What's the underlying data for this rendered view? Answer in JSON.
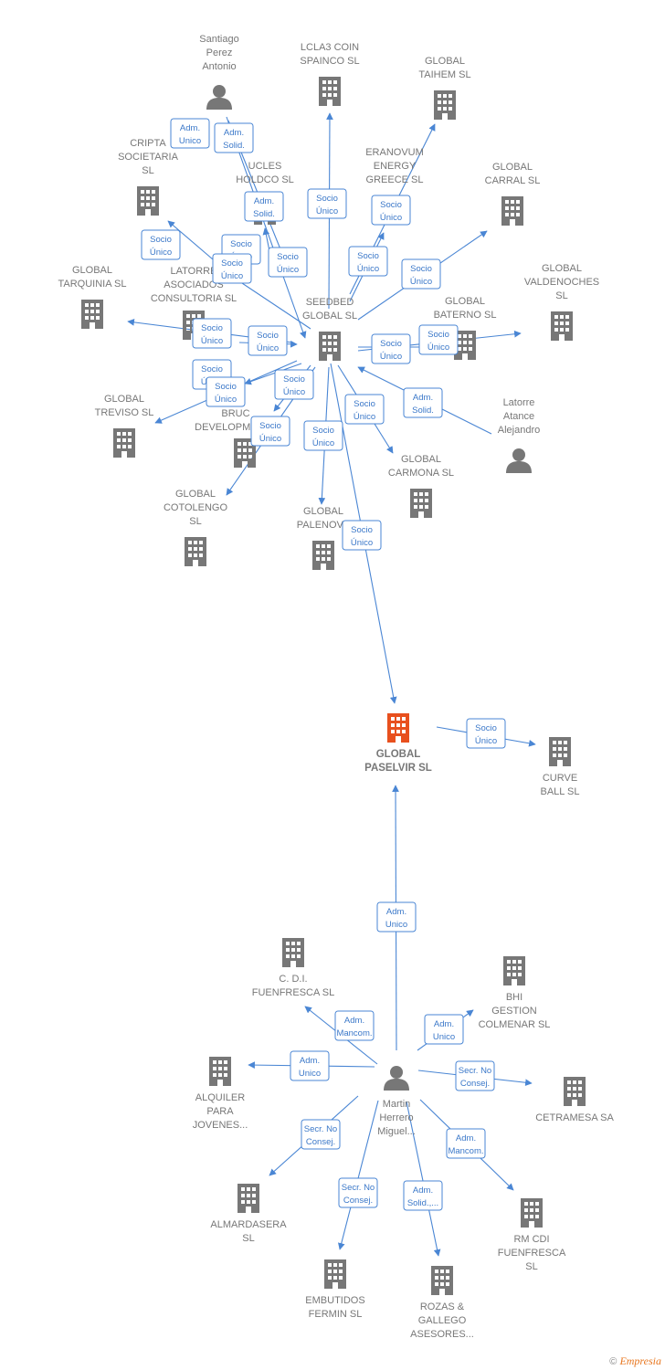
{
  "colors": {
    "edge": "#4a86d4",
    "node": "#777777",
    "focus": "#e8501e",
    "edge_text": "#3b78c9"
  },
  "nodes": [
    {
      "id": "santiago",
      "type": "person",
      "lines": [
        "Santiago",
        "Perez",
        "Antonio"
      ]
    },
    {
      "id": "lcla3",
      "type": "company",
      "lines": [
        "LCLA3 COIN",
        "SPAINCO  SL"
      ]
    },
    {
      "id": "taihem",
      "type": "company",
      "lines": [
        "GLOBAL",
        "TAIHEM SL"
      ]
    },
    {
      "id": "cripta",
      "type": "company",
      "lines": [
        "CRIPTA",
        "SOCIETARIA",
        "SL"
      ]
    },
    {
      "id": "ucles",
      "type": "company",
      "lines": [
        "UCLES",
        "HOLDCO  SL"
      ]
    },
    {
      "id": "eranovum",
      "type": "company",
      "lines": [
        "ERANOVUM",
        "ENERGY",
        "GREECE  SL"
      ]
    },
    {
      "id": "carral",
      "type": "company",
      "lines": [
        "GLOBAL",
        "CARRAL  SL"
      ]
    },
    {
      "id": "tarquinia",
      "type": "company",
      "lines": [
        "GLOBAL",
        "TARQUINIA  SL"
      ]
    },
    {
      "id": "latorre_asoc",
      "type": "company",
      "lines": [
        "LATORRE",
        "ASOCIADOS",
        "CONSULTORIA SL"
      ]
    },
    {
      "id": "valdenoches",
      "type": "company",
      "lines": [
        "GLOBAL",
        "VALDENOCHES",
        "SL"
      ]
    },
    {
      "id": "seedbed",
      "type": "company",
      "lines": [
        "SEEDBED",
        "GLOBAL  SL"
      ]
    },
    {
      "id": "baterno",
      "type": "company",
      "lines": [
        "GLOBAL",
        "BATERNO  SL"
      ]
    },
    {
      "id": "treviso",
      "type": "company",
      "lines": [
        "GLOBAL",
        "TREVISO  SL"
      ]
    },
    {
      "id": "bruc",
      "type": "company",
      "lines": [
        "BRUC",
        "DEVELOPMENTA"
      ]
    },
    {
      "id": "latorre_person",
      "type": "person",
      "lines": [
        "Latorre",
        "Atance",
        "Alejandro"
      ]
    },
    {
      "id": "carmona",
      "type": "company",
      "lines": [
        "GLOBAL",
        "CARMONA  SL"
      ]
    },
    {
      "id": "cotolengo",
      "type": "company",
      "lines": [
        "GLOBAL",
        "COTOLENGO",
        "SL"
      ]
    },
    {
      "id": "palenove",
      "type": "company",
      "lines": [
        "GLOBAL",
        "PALENOVE"
      ]
    },
    {
      "id": "paselvir",
      "type": "focus",
      "lines": [
        "GLOBAL",
        "PASELVIR  SL"
      ]
    },
    {
      "id": "curve",
      "type": "company",
      "lines": [
        "CURVE",
        "BALL  SL"
      ]
    },
    {
      "id": "cdi",
      "type": "company",
      "lines": [
        "C. D.I.",
        "FUENFRESCA SL"
      ]
    },
    {
      "id": "bhi",
      "type": "company",
      "lines": [
        "BHI",
        "GESTION",
        "COLMENAR  SL"
      ]
    },
    {
      "id": "alquiler",
      "type": "company",
      "lines": [
        "ALQUILER",
        "PARA",
        "JOVENES..."
      ]
    },
    {
      "id": "martin",
      "type": "person",
      "lines": [
        "Martin",
        "Herrero",
        "Miguel..."
      ]
    },
    {
      "id": "cetramesa",
      "type": "company",
      "lines": [
        "CETRAMESA SA"
      ]
    },
    {
      "id": "almardasera",
      "type": "company",
      "lines": [
        "ALMARDASERA",
        "SL"
      ]
    },
    {
      "id": "rmcdi",
      "type": "company",
      "lines": [
        "RM CDI",
        "FUENFRESCA",
        "SL"
      ]
    },
    {
      "id": "embutidos",
      "type": "company",
      "lines": [
        "EMBUTIDOS",
        "FERMIN SL"
      ]
    },
    {
      "id": "rozas",
      "type": "company",
      "lines": [
        "ROZAS &",
        "GALLEGO",
        "ASESORES..."
      ]
    }
  ],
  "edge_labels": [
    {
      "id": "e1",
      "lines": [
        "Adm.",
        "Unico"
      ]
    },
    {
      "id": "e2",
      "lines": [
        "Adm.",
        "Solid."
      ]
    },
    {
      "id": "e3",
      "lines": [
        "Adm.",
        "Solid."
      ]
    },
    {
      "id": "e4",
      "lines": [
        "Socio",
        "Único"
      ]
    },
    {
      "id": "e5",
      "lines": [
        "Socio",
        "Único"
      ]
    },
    {
      "id": "e6",
      "lines": [
        "Socio",
        "Único"
      ]
    },
    {
      "id": "e7",
      "lines": [
        "Socio",
        "Único"
      ]
    },
    {
      "id": "e8",
      "lines": [
        "Socio",
        "Único"
      ]
    },
    {
      "id": "e9",
      "lines": [
        "Socio",
        "Único"
      ]
    },
    {
      "id": "e10",
      "lines": [
        "Socio",
        "Único"
      ]
    },
    {
      "id": "e11",
      "lines": [
        "Socio",
        "Único"
      ]
    },
    {
      "id": "e12",
      "lines": [
        "Socio",
        "Único"
      ]
    },
    {
      "id": "e13",
      "lines": [
        "Socio",
        "Único"
      ]
    },
    {
      "id": "e14",
      "lines": [
        "Socio",
        "Único"
      ]
    },
    {
      "id": "e15",
      "lines": [
        "Socio",
        "Único"
      ]
    },
    {
      "id": "e16",
      "lines": [
        "Socio",
        "Único"
      ]
    },
    {
      "id": "e17",
      "lines": [
        "Socio",
        "Único"
      ]
    },
    {
      "id": "e18",
      "lines": [
        "Socio",
        "Único"
      ]
    },
    {
      "id": "e19",
      "lines": [
        "Socio",
        "Único"
      ]
    },
    {
      "id": "e20",
      "lines": [
        "Socio",
        "Único"
      ]
    },
    {
      "id": "e21",
      "lines": [
        "Socio",
        "Único"
      ]
    },
    {
      "id": "e22",
      "lines": [
        "Adm.",
        "Solid."
      ]
    },
    {
      "id": "e23",
      "lines": [
        "Socio",
        "Único"
      ]
    },
    {
      "id": "e24",
      "lines": [
        "Socio",
        "Único"
      ]
    },
    {
      "id": "e25",
      "lines": [
        "Adm.",
        "Unico"
      ]
    },
    {
      "id": "e26",
      "lines": [
        "Adm.",
        "Mancom."
      ]
    },
    {
      "id": "e27",
      "lines": [
        "Adm.",
        "Unico"
      ]
    },
    {
      "id": "e28",
      "lines": [
        "Adm.",
        "Unico"
      ]
    },
    {
      "id": "e29",
      "lines": [
        "Secr.  No",
        "Consej."
      ]
    },
    {
      "id": "e30",
      "lines": [
        "Secr.  No",
        "Consej."
      ]
    },
    {
      "id": "e31",
      "lines": [
        "Adm.",
        "Mancom."
      ]
    },
    {
      "id": "e32",
      "lines": [
        "Secr.  No",
        "Consej."
      ]
    },
    {
      "id": "e33",
      "lines": [
        "Adm.",
        "Solid.,..."
      ]
    }
  ],
  "footer": {
    "copyright": "©",
    "brand": "Empresia"
  }
}
